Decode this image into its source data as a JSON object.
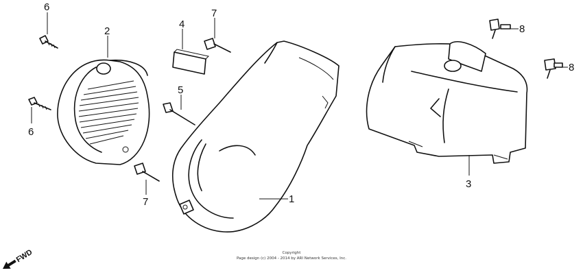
{
  "callouts": [
    {
      "id": "c1",
      "label": "1"
    },
    {
      "id": "c2",
      "label": "2"
    },
    {
      "id": "c3",
      "label": "3"
    },
    {
      "id": "c4",
      "label": "4"
    },
    {
      "id": "c5",
      "label": "5"
    },
    {
      "id": "c6a",
      "label": "6"
    },
    {
      "id": "c6b",
      "label": "6"
    },
    {
      "id": "c7a",
      "label": "7"
    },
    {
      "id": "c7b",
      "label": "7"
    },
    {
      "id": "c8a",
      "label": "8"
    },
    {
      "id": "c8b",
      "label": "8"
    }
  ],
  "copyright": {
    "line1": "Copyright",
    "line2": "Page design (c) 2004 - 2014 by ARI Network Services, Inc."
  },
  "fwd_label": "FWD",
  "colors": {
    "ink": "#111111",
    "background": "#ffffff"
  }
}
